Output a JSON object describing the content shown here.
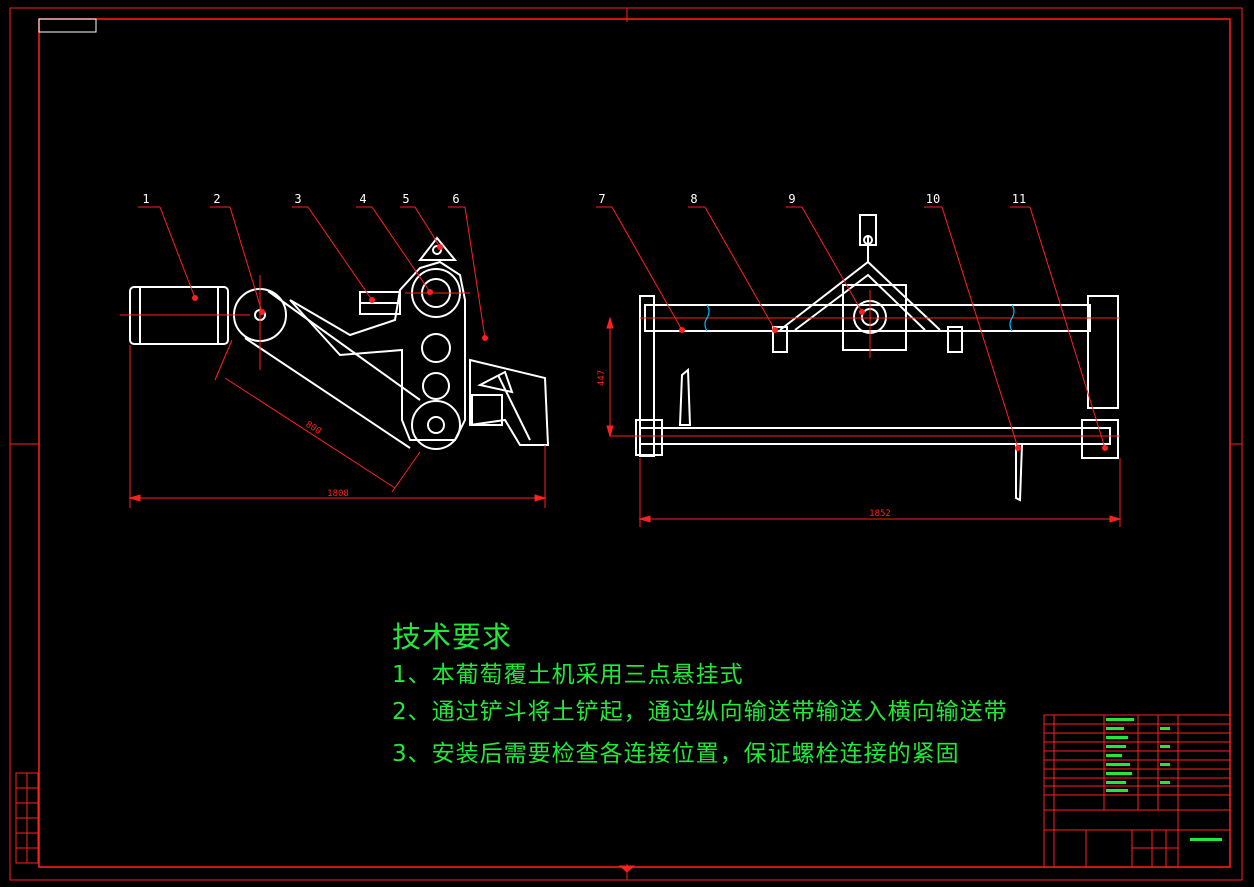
{
  "drawing": {
    "part_numbers": [
      "1",
      "2",
      "3",
      "4",
      "5",
      "6",
      "7",
      "8",
      "9",
      "10",
      "11"
    ],
    "dimensions": {
      "side_overall": "1808",
      "side_arm": "800",
      "front_overall": "1852",
      "front_height": "447"
    },
    "colors": {
      "background": "#000000",
      "frame": "#ff2020",
      "geometry": "#ffffff",
      "text": "#22e83a"
    }
  },
  "tech_requirements": {
    "title": "技术要求",
    "items": [
      "1、本葡萄覆土机采用三点悬挂式",
      "2、通过铲斗将土铲起，通过纵向输送带输送入横向输送带",
      "3、安装后需要检查各连接位置，保证螺栓连接的紧固"
    ]
  }
}
